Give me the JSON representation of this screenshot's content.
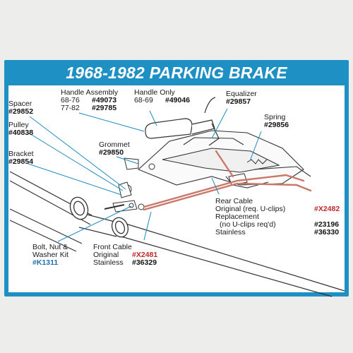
{
  "title": "1968-1982 PARKING BRAKE",
  "parts": {
    "spacer": {
      "name": "Spacer",
      "pn": "#29852"
    },
    "pulley": {
      "name": "Pulley",
      "pn": "#40838"
    },
    "bracket": {
      "name": "Bracket",
      "pn": "#29854"
    },
    "handle_assembly": {
      "name": "Handle Assembly",
      "rows": [
        {
          "years": "68-76",
          "pn": "#49073"
        },
        {
          "years": "77-82",
          "pn": "#29785"
        }
      ]
    },
    "handle_only": {
      "name": "Handle Only",
      "years": "68-69",
      "pn": "#49046"
    },
    "grommet": {
      "name": "Grommet",
      "pn": "#29850"
    },
    "equalizer": {
      "name": "Equalizer",
      "pn": "#29857"
    },
    "spring": {
      "name": "Spring",
      "pn": "#29856"
    },
    "rear_cable": {
      "name": "Rear Cable",
      "original": "Original (req. U-clips)",
      "original_pn": "#X2482",
      "replacement": "Replacement",
      "replacement_note": "(no U-clips req'd)",
      "replacement_pn": "#23196",
      "stainless": "Stainless",
      "stainless_pn": "#36330"
    },
    "bolt_kit": {
      "line1": "Bolt, Nut &",
      "line2": "Washer Kit",
      "pn": "#K1311"
    },
    "front_cable": {
      "name": "Front Cable",
      "original": "Original",
      "original_pn": "#X2481",
      "stainless": "Stainless",
      "stainless_pn": "#36329"
    }
  },
  "colors": {
    "brand_blue": "#1f90c4",
    "part_blue": "#1f6fb0",
    "part_red": "#c0282d",
    "leader_blue": "#1b8bc0",
    "cable_red": "#c9786a"
  }
}
